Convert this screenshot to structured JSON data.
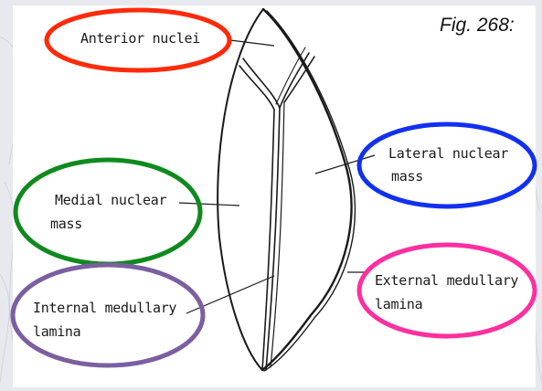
{
  "figure_label": "Fig. 268:",
  "labels": {
    "anterior": "Anterior nuclei",
    "lateral_line1": "Lateral nuclear",
    "lateral_line2": "mass",
    "medial_line1": "Medial nuclear",
    "medial_line2": "mass",
    "internal_line1": "Internal medullary",
    "internal_line2": "lamina",
    "external_line1": "External medullary",
    "external_line2": "lamina"
  },
  "highlight_colors": {
    "anterior": "#ff2a0a",
    "lateral": "#1230f0",
    "medial": "#0f8a1e",
    "internal": "#7b5fa0",
    "external": "#ff2fa0"
  }
}
